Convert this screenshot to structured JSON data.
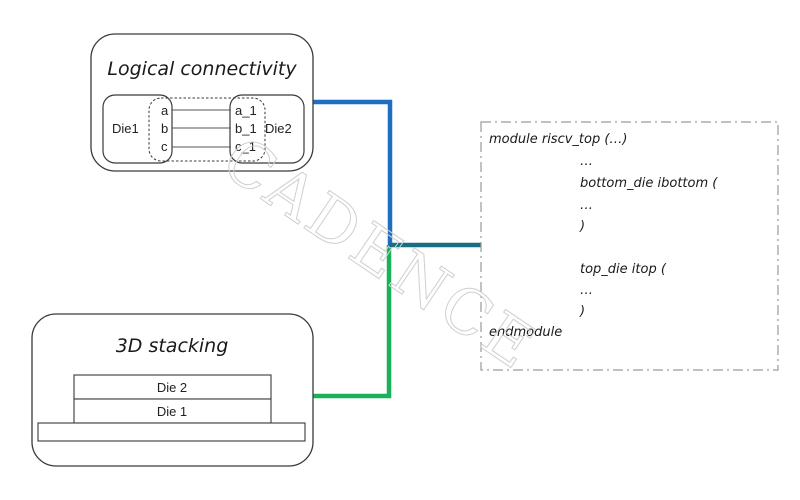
{
  "logical_connectivity": {
    "title": "Logical connectivity",
    "die_left": {
      "label": "Die1",
      "pins": [
        "a",
        "b",
        "c"
      ]
    },
    "die_right": {
      "label": "Die2",
      "pins": [
        "a_1",
        "b_1",
        "c_1"
      ]
    }
  },
  "stacking": {
    "title": "3D stacking",
    "layers": [
      "Die 2",
      "Die 1"
    ]
  },
  "code": {
    "lines": [
      {
        "text": "module riscv_top (…)",
        "indent": false
      },
      {
        "text": "…",
        "indent": true
      },
      {
        "text": "bottom_die ibottom (",
        "indent": true
      },
      {
        "text": "…",
        "indent": true
      },
      {
        "text": ")",
        "indent": true
      },
      {
        "text": "top_die itop (",
        "indent": true
      },
      {
        "text": "…",
        "indent": true
      },
      {
        "text": ")",
        "indent": true
      },
      {
        "text": "endmodule",
        "indent": false
      }
    ]
  },
  "connectors": {
    "logical_color": "#1f6fc0",
    "stacking_color": "#19b15a",
    "merged_color": "#166f83"
  },
  "watermark": "CADENCE"
}
